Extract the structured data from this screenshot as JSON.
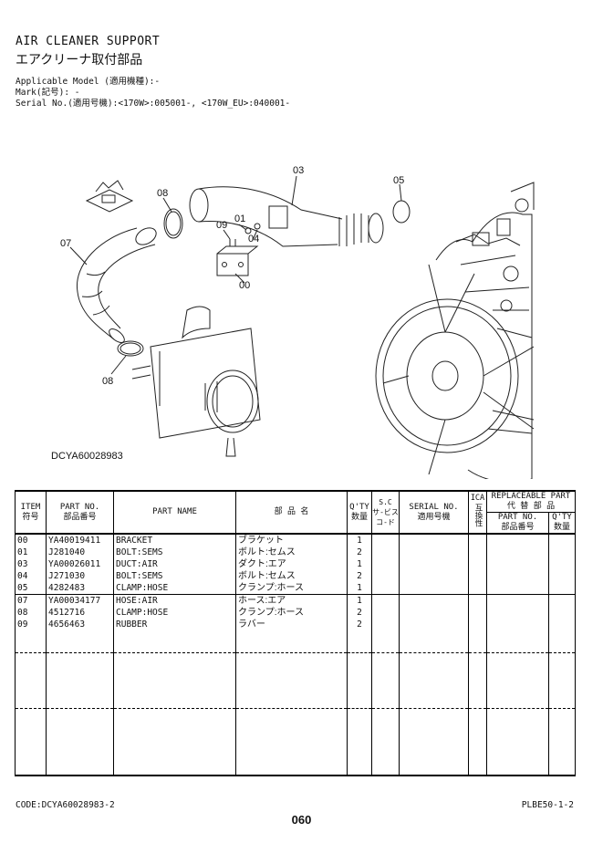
{
  "header": {
    "title_en": "AIR CLEANER SUPPORT",
    "title_jp": "エアクリーナ取付部品",
    "applicable_model": "Applicable Model (適用機種):-",
    "mark": "Mark(記号): -",
    "serial": "Serial No.(適用号機):<170W>:005001-, <170W_EU>:040001-"
  },
  "diagram": {
    "code": "DCYA60028983",
    "callouts": [
      "03",
      "05",
      "08",
      "09",
      "01",
      "04",
      "07",
      "00",
      "08"
    ]
  },
  "table": {
    "headers": {
      "item_en": "ITEM",
      "item_jp": "符号",
      "partno_en": "PART NO.",
      "partno_jp": "部品番号",
      "partname": "PART NAME",
      "buhin": "部 品 名",
      "qty_en": "Q'TY",
      "qty_jp": "数量",
      "sc_en": "S.C",
      "sc_jp1": "サ-ビス",
      "sc_jp2": "コ-ド",
      "serial_en": "SERIAL NO.",
      "serial_jp": "適用号機",
      "ica_en": "ICA",
      "ica_jp": "互換性",
      "repl_en": "REPLACEABLE PART",
      "repl_jp": "代 替 部 品",
      "repl_partno_en": "PART NO.",
      "repl_partno_jp": "部品番号",
      "repl_qty_en": "Q'TY",
      "repl_qty_jp": "数量"
    },
    "rows": [
      {
        "item": "00",
        "part_no": "YA40019411",
        "name": "BRACKET",
        "name_jp": "ブラケット",
        "qty": "1"
      },
      {
        "item": "01",
        "part_no": "J281040",
        "name": "BOLT:SEMS",
        "name_jp": "ボルト:セムス",
        "qty": "2"
      },
      {
        "item": "03",
        "part_no": "YA00026011",
        "name": "DUCT:AIR",
        "name_jp": "ダクト:エア",
        "qty": "1"
      },
      {
        "item": "04",
        "part_no": "J271030",
        "name": "BOLT:SEMS",
        "name_jp": "ボルト:セムス",
        "qty": "2"
      },
      {
        "item": "05",
        "part_no": "4282483",
        "name": "CLAMP:HOSE",
        "name_jp": "クランプ:ホース",
        "qty": "1"
      },
      {
        "item": "07",
        "part_no": "YA00034177",
        "name": "HOSE:AIR",
        "name_jp": "ホース:エア",
        "qty": "1"
      },
      {
        "item": "08",
        "part_no": "4512716",
        "name": "CLAMP:HOSE",
        "name_jp": "クランプ:ホース",
        "qty": "2"
      },
      {
        "item": "09",
        "part_no": "4656463",
        "name": "RUBBER",
        "name_jp": "ラバー",
        "qty": "2"
      }
    ]
  },
  "footer": {
    "code": "CODE:DCYA60028983-2",
    "ref": "PLBE50-1-2",
    "page": "060"
  }
}
